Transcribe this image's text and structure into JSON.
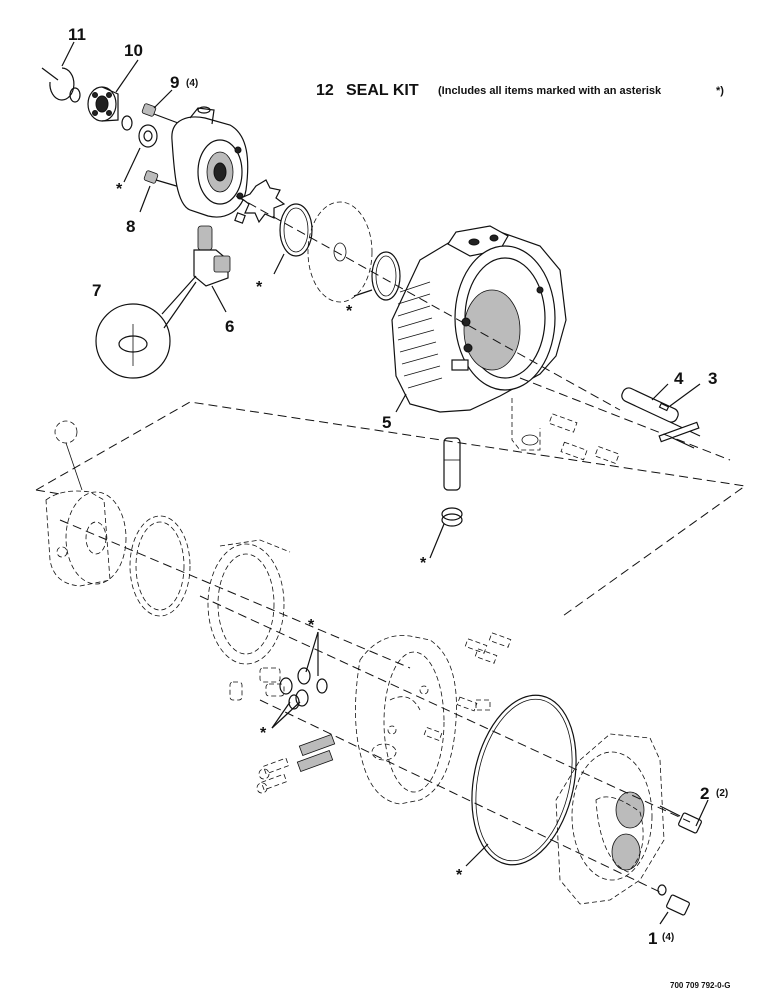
{
  "seal_kit": {
    "number": "12",
    "title": "SEAL KIT",
    "note": "(Includes all items marked with an asterisk",
    "note_end": "*)"
  },
  "callouts": [
    {
      "id": "1",
      "label": "1",
      "qty": "(4)"
    },
    {
      "id": "2",
      "label": "2",
      "qty": "(2)"
    },
    {
      "id": "3",
      "label": "3",
      "qty": ""
    },
    {
      "id": "4",
      "label": "4",
      "qty": ""
    },
    {
      "id": "5",
      "label": "5",
      "qty": ""
    },
    {
      "id": "6",
      "label": "6",
      "qty": ""
    },
    {
      "id": "7",
      "label": "7",
      "qty": ""
    },
    {
      "id": "8",
      "label": "8",
      "qty": ""
    },
    {
      "id": "9",
      "label": "9",
      "qty": "(4)"
    },
    {
      "id": "10",
      "label": "10",
      "qty": ""
    },
    {
      "id": "11",
      "label": "11",
      "qty": ""
    }
  ],
  "asterisk": "*",
  "figure_number": "700 709 792-0-G"
}
